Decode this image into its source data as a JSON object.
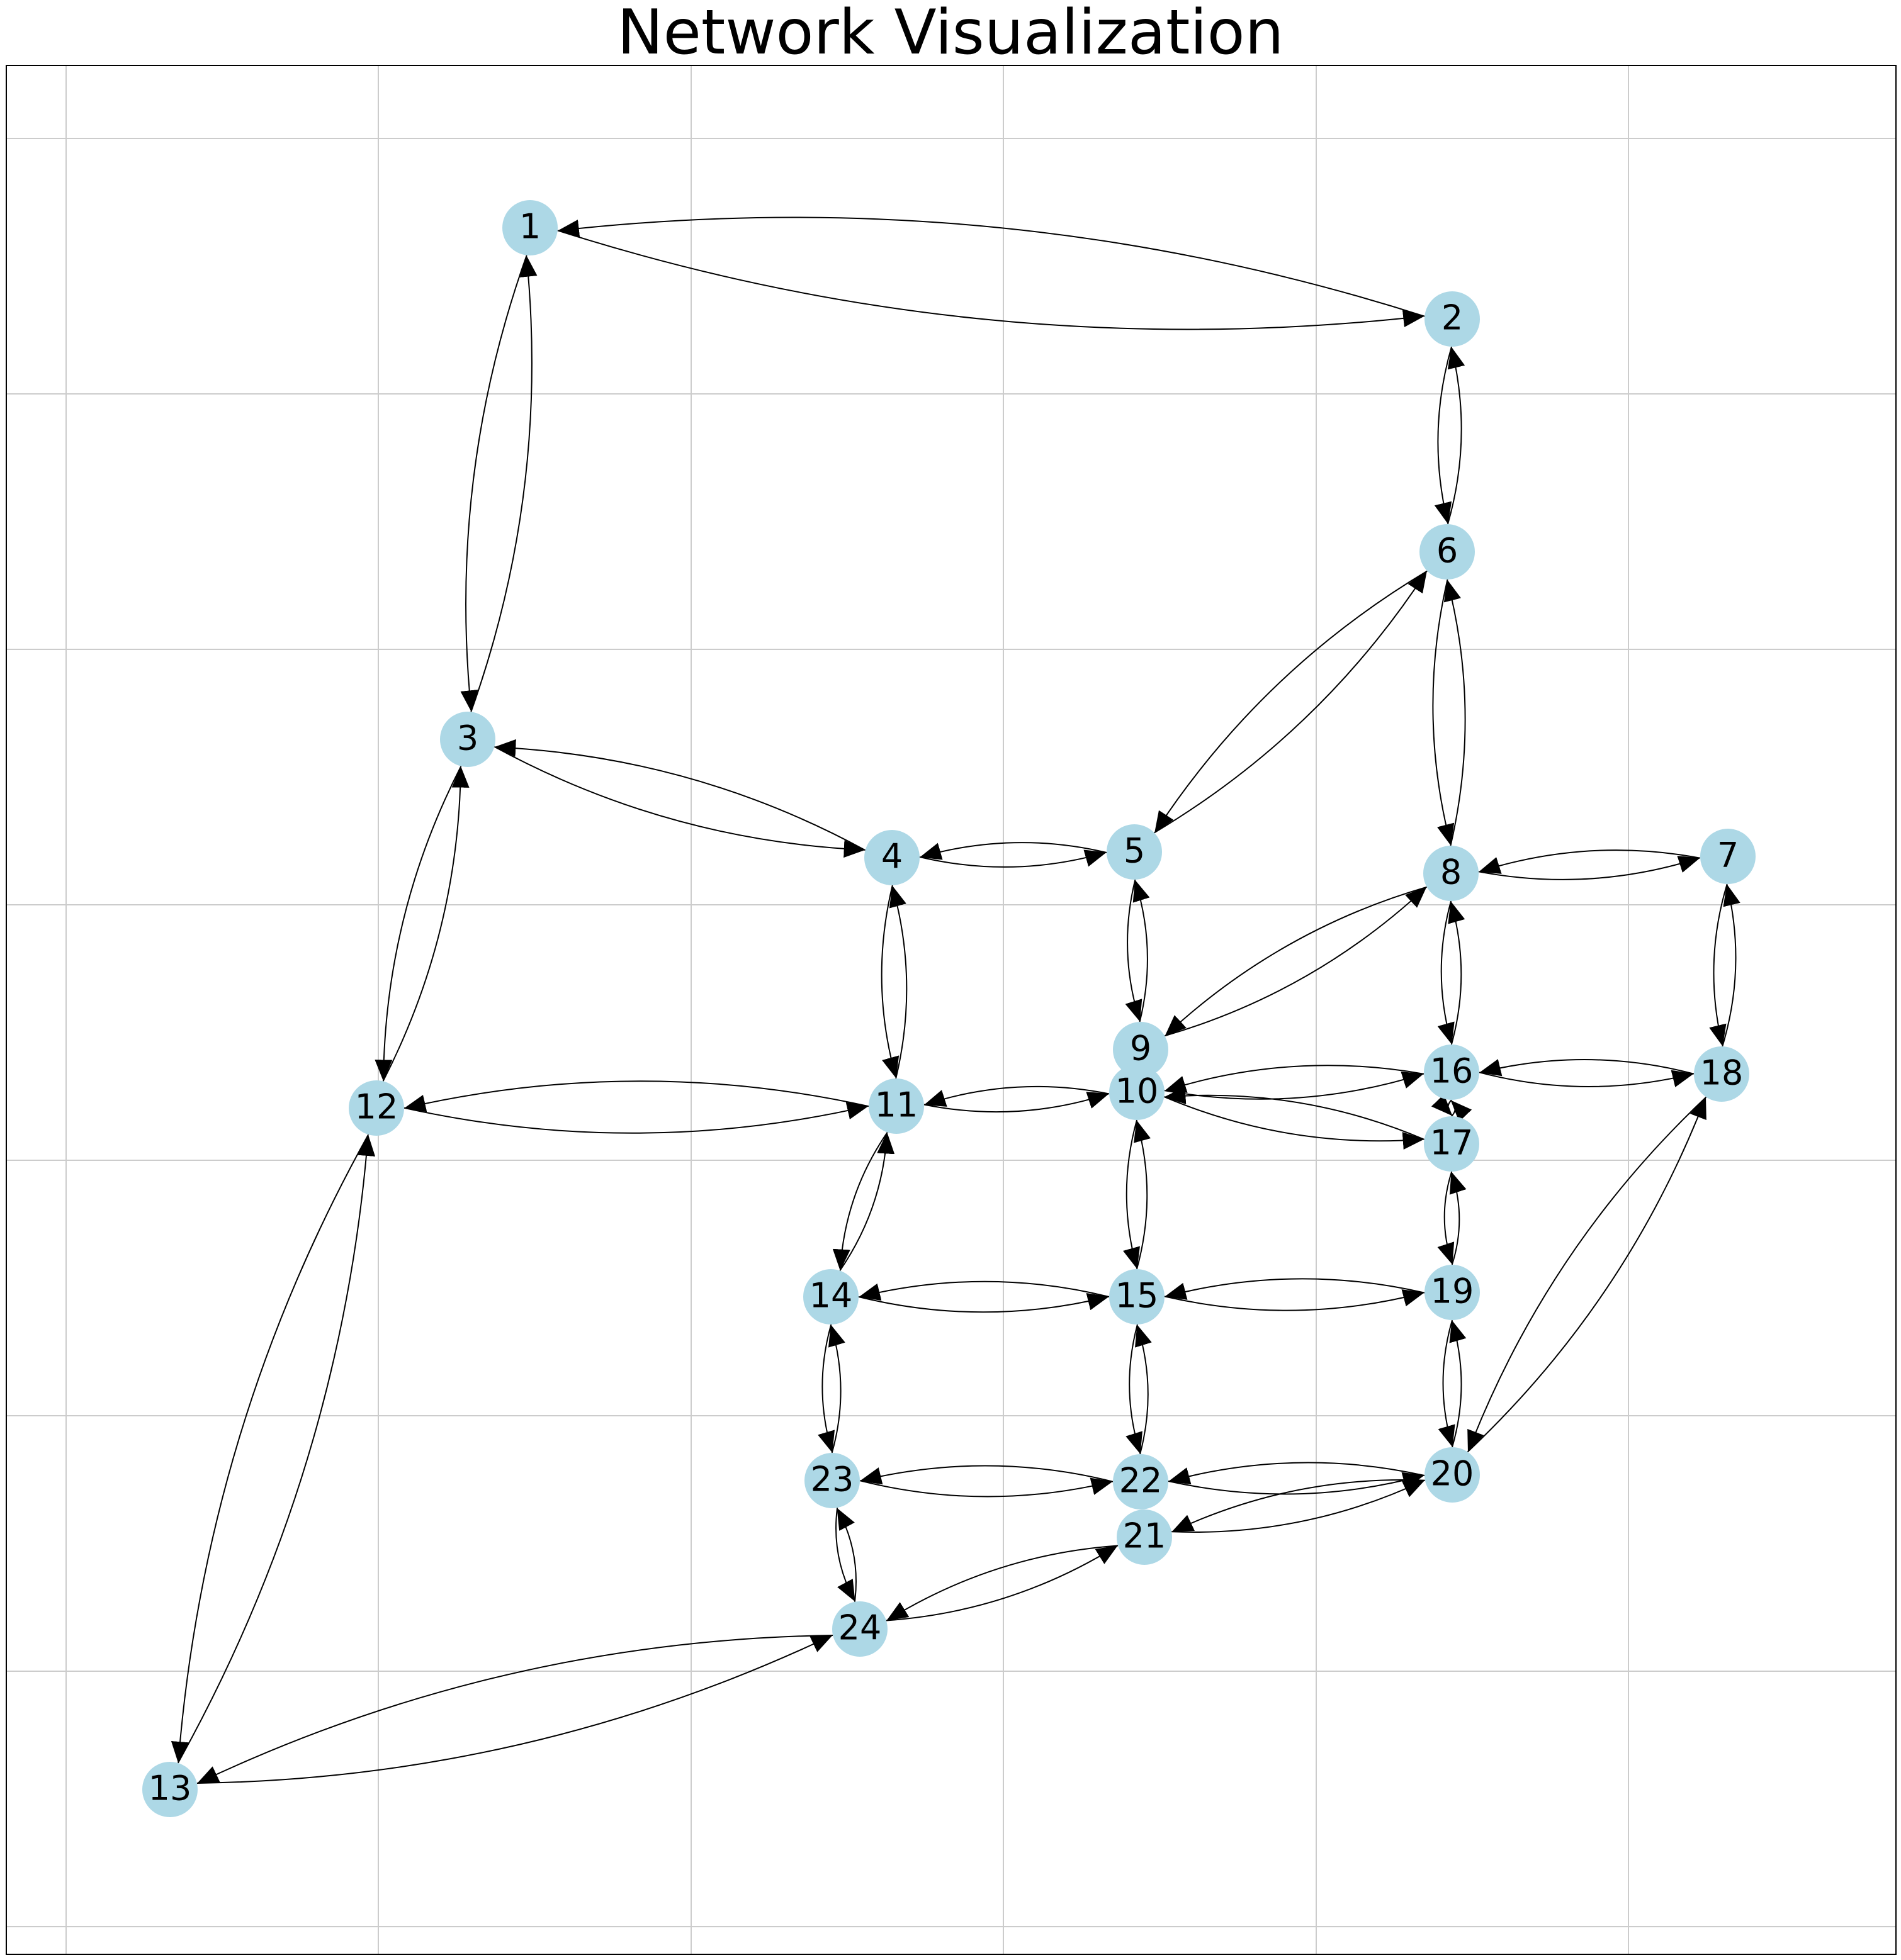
{
  "title": "Network Visualization",
  "style": {
    "node_color": "#add8e6",
    "edge_color": "#000000",
    "grid_color": "#cccccc",
    "frame_color": "#000000",
    "background": "#ffffff"
  },
  "chart_data": {
    "type": "network",
    "title": "Network Visualization",
    "grid": true,
    "directed": true,
    "nodes": [
      "1",
      "2",
      "3",
      "4",
      "5",
      "6",
      "7",
      "8",
      "9",
      "10",
      "11",
      "12",
      "13",
      "14",
      "15",
      "16",
      "17",
      "18",
      "19",
      "20",
      "21",
      "22",
      "23",
      "24"
    ],
    "edges": [
      [
        "1",
        "2"
      ],
      [
        "2",
        "1"
      ],
      [
        "1",
        "3"
      ],
      [
        "3",
        "1"
      ],
      [
        "2",
        "6"
      ],
      [
        "6",
        "2"
      ],
      [
        "3",
        "4"
      ],
      [
        "4",
        "3"
      ],
      [
        "3",
        "12"
      ],
      [
        "12",
        "3"
      ],
      [
        "4",
        "5"
      ],
      [
        "5",
        "4"
      ],
      [
        "4",
        "11"
      ],
      [
        "11",
        "4"
      ],
      [
        "5",
        "6"
      ],
      [
        "6",
        "5"
      ],
      [
        "5",
        "9"
      ],
      [
        "9",
        "5"
      ],
      [
        "6",
        "8"
      ],
      [
        "8",
        "6"
      ],
      [
        "7",
        "8"
      ],
      [
        "8",
        "7"
      ],
      [
        "7",
        "18"
      ],
      [
        "18",
        "7"
      ],
      [
        "8",
        "9"
      ],
      [
        "9",
        "8"
      ],
      [
        "8",
        "16"
      ],
      [
        "16",
        "8"
      ],
      [
        "10",
        "11"
      ],
      [
        "11",
        "10"
      ],
      [
        "10",
        "15"
      ],
      [
        "15",
        "10"
      ],
      [
        "10",
        "16"
      ],
      [
        "16",
        "10"
      ],
      [
        "10",
        "17"
      ],
      [
        "17",
        "10"
      ],
      [
        "11",
        "12"
      ],
      [
        "12",
        "11"
      ],
      [
        "11",
        "14"
      ],
      [
        "14",
        "11"
      ],
      [
        "12",
        "13"
      ],
      [
        "13",
        "12"
      ],
      [
        "13",
        "24"
      ],
      [
        "24",
        "13"
      ],
      [
        "14",
        "15"
      ],
      [
        "15",
        "14"
      ],
      [
        "14",
        "23"
      ],
      [
        "23",
        "14"
      ],
      [
        "15",
        "19"
      ],
      [
        "19",
        "15"
      ],
      [
        "15",
        "22"
      ],
      [
        "22",
        "15"
      ],
      [
        "16",
        "17"
      ],
      [
        "17",
        "16"
      ],
      [
        "16",
        "18"
      ],
      [
        "18",
        "16"
      ],
      [
        "17",
        "19"
      ],
      [
        "19",
        "17"
      ],
      [
        "18",
        "20"
      ],
      [
        "20",
        "18"
      ],
      [
        "19",
        "20"
      ],
      [
        "20",
        "19"
      ],
      [
        "20",
        "21"
      ],
      [
        "21",
        "20"
      ],
      [
        "20",
        "22"
      ],
      [
        "22",
        "20"
      ],
      [
        "21",
        "24"
      ],
      [
        "24",
        "21"
      ],
      [
        "22",
        "23"
      ],
      [
        "23",
        "22"
      ],
      [
        "23",
        "24"
      ],
      [
        "24",
        "23"
      ]
    ]
  }
}
